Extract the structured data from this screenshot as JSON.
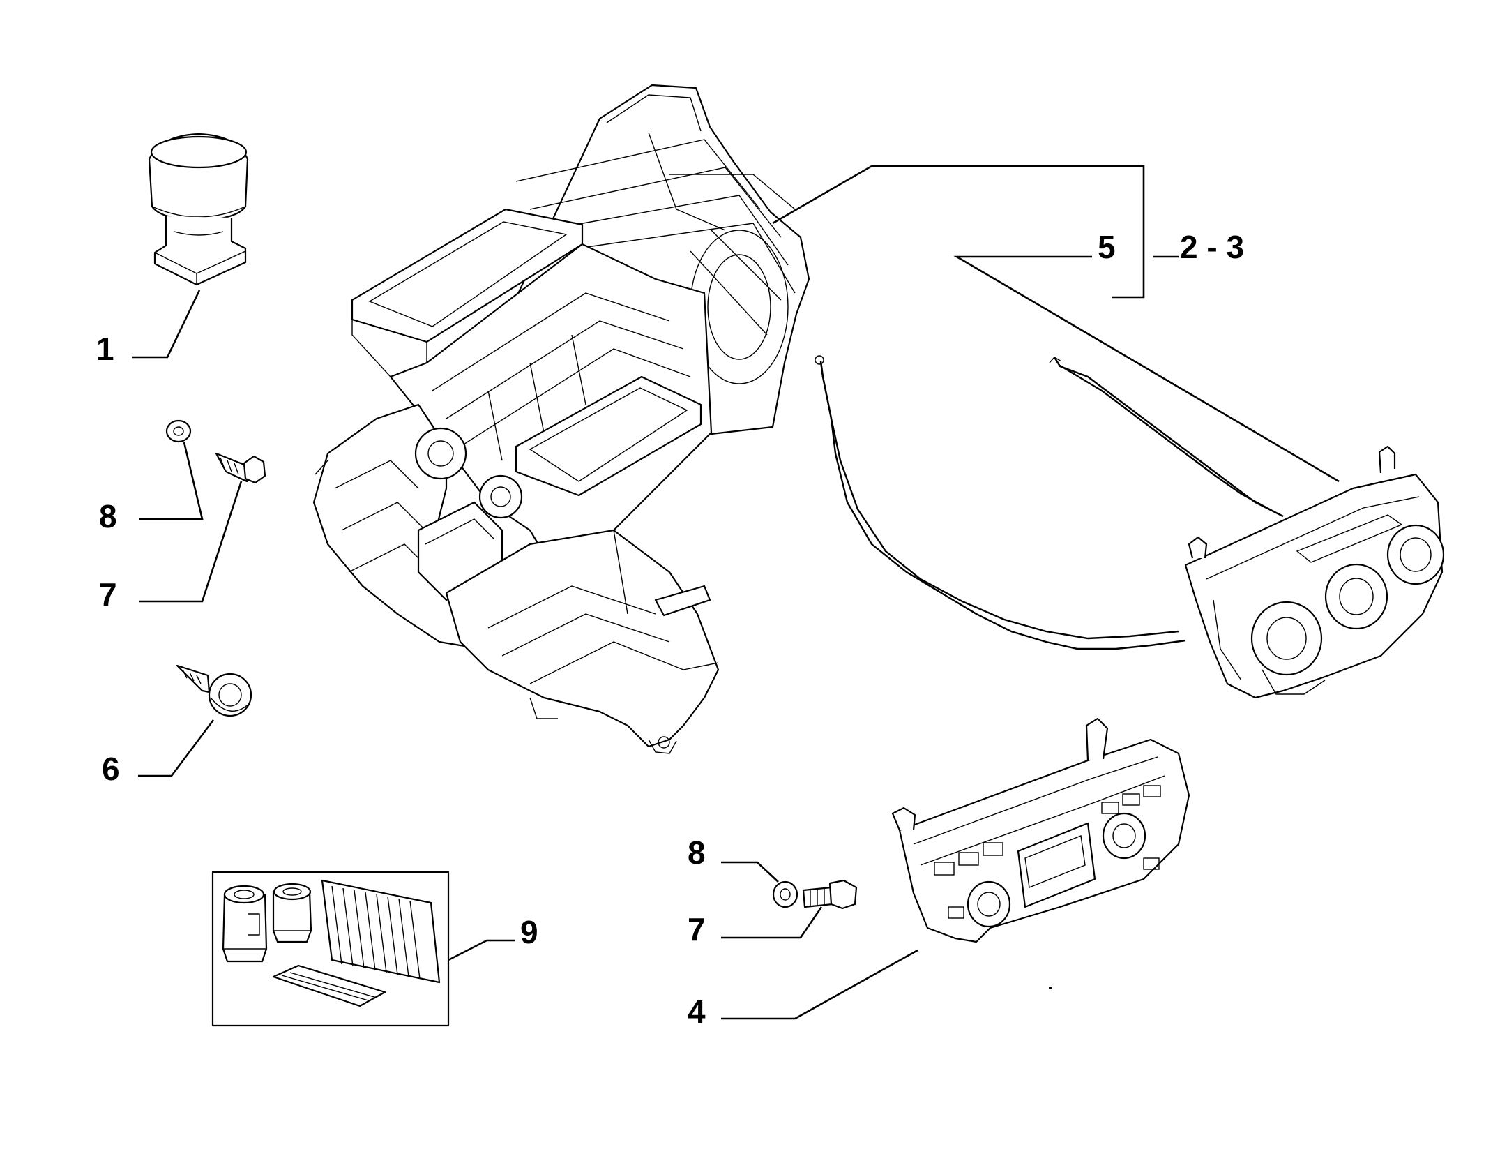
{
  "callouts": {
    "c1": "1",
    "c8a": "8",
    "c7a": "7",
    "c6": "6",
    "c5": "5",
    "c23": "2 - 3",
    "c8b": "8",
    "c7b": "7",
    "c4": "4",
    "c9": "9"
  },
  "colors": {
    "line": "#000000",
    "background": "#ffffff"
  }
}
